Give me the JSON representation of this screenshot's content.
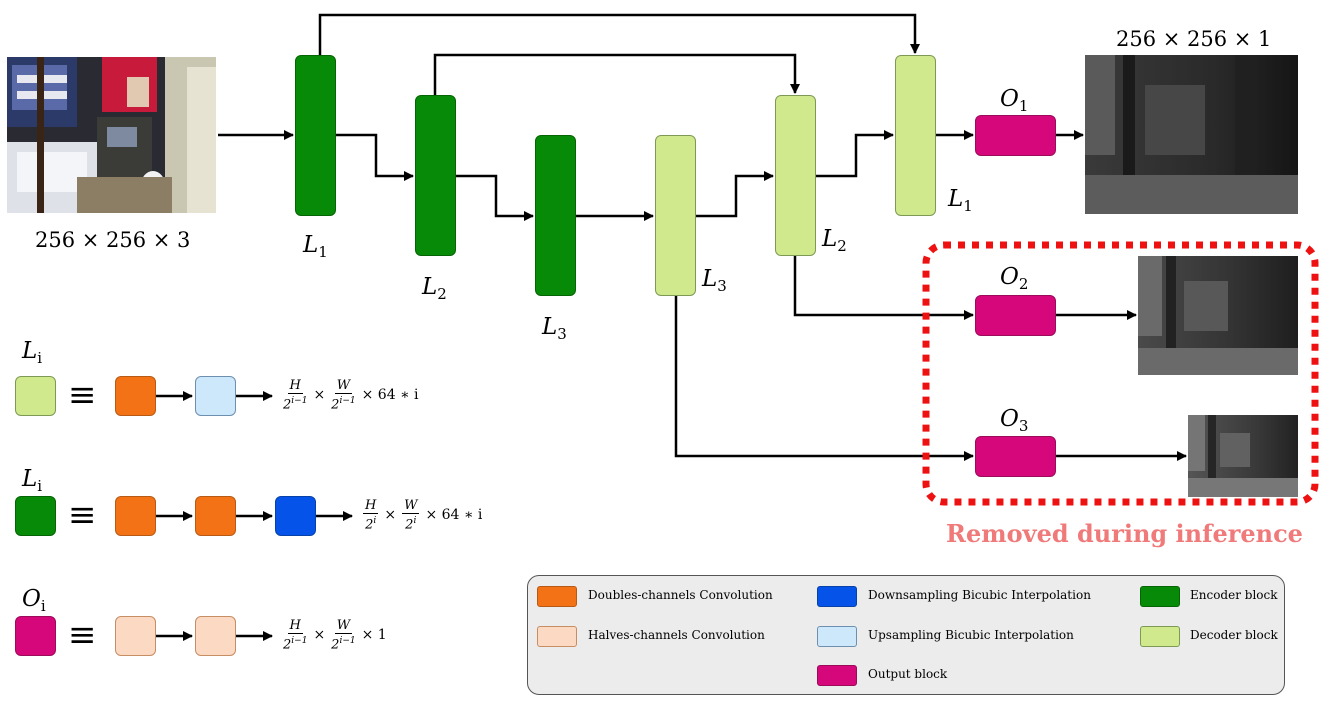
{
  "input": {
    "dims": "256 × 256 × 3"
  },
  "output": {
    "dims": "256 × 256 × 1"
  },
  "labels": {
    "enc1": "L",
    "enc1_sub": "1",
    "enc2": "L",
    "enc2_sub": "2",
    "enc3": "L",
    "enc3_sub": "3",
    "dec3": "L",
    "dec3_sub": "3",
    "dec2": "L",
    "dec2_sub": "2",
    "dec1": "L",
    "dec1_sub": "1",
    "out1": "O",
    "out1_sub": "1",
    "out2": "O",
    "out2_sub": "2",
    "out3": "O",
    "out3_sub": "3"
  },
  "removed_label": "Removed during inference",
  "definitions": [
    {
      "lhs": "L",
      "lhs_sub": "i",
      "equiv": "≡",
      "num1": "H",
      "den1": "2",
      "den1_exp": "i−1",
      "times1": "×",
      "num2": "W",
      "den2": "2",
      "den2_exp": "i−1",
      "tail": "× 64 ∗ i"
    },
    {
      "lhs": "L",
      "lhs_sub": "i",
      "equiv": "≡",
      "num1": "H",
      "den1": "2",
      "den1_exp": "i",
      "times1": "×",
      "num2": "W",
      "den2": "2",
      "den2_exp": "i",
      "tail": "× 64 ∗ i"
    },
    {
      "lhs": "O",
      "lhs_sub": "i",
      "equiv": "≡",
      "num1": "H",
      "den1": "2",
      "den1_exp": "i−1",
      "times1": "×",
      "num2": "W",
      "den2": "2",
      "den2_exp": "i−1",
      "tail": "× 1"
    }
  ],
  "legend": {
    "doubles": "Doubles-channels Convolution",
    "halves": "Halves-channels Convolution",
    "downsampling": "Downsampling Bicubic Interpolation",
    "upsampling": "Upsampling Bicubic Interpolation",
    "output_block": "Output block",
    "encoder": "Encoder block",
    "decoder": "Decoder block"
  },
  "colors": {
    "encoder": "#078a07",
    "decoder": "#cfe98c",
    "output": "#d6077a",
    "doubles": "#f27215",
    "halves": "#fbd9c3",
    "downsampling": "#0553e8",
    "upsampling": "#cde7fb",
    "removed_border": "#ee1111",
    "removed_text": "#f07a7a"
  }
}
